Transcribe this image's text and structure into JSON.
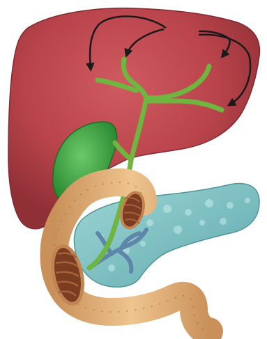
{
  "diagram": {
    "structures": [
      {
        "name": "liver",
        "color": "#b8434a"
      },
      {
        "name": "gallbladder",
        "color": "#3aa13c"
      },
      {
        "name": "bile-ducts",
        "color": "#6fb53f"
      },
      {
        "name": "pancreas",
        "color": "#7ec3c6"
      },
      {
        "name": "pancreatic-duct",
        "color": "#5e86a8"
      },
      {
        "name": "duodenum",
        "color": "#d9a872"
      }
    ],
    "flow_arrows": 4,
    "text_labels": []
  }
}
